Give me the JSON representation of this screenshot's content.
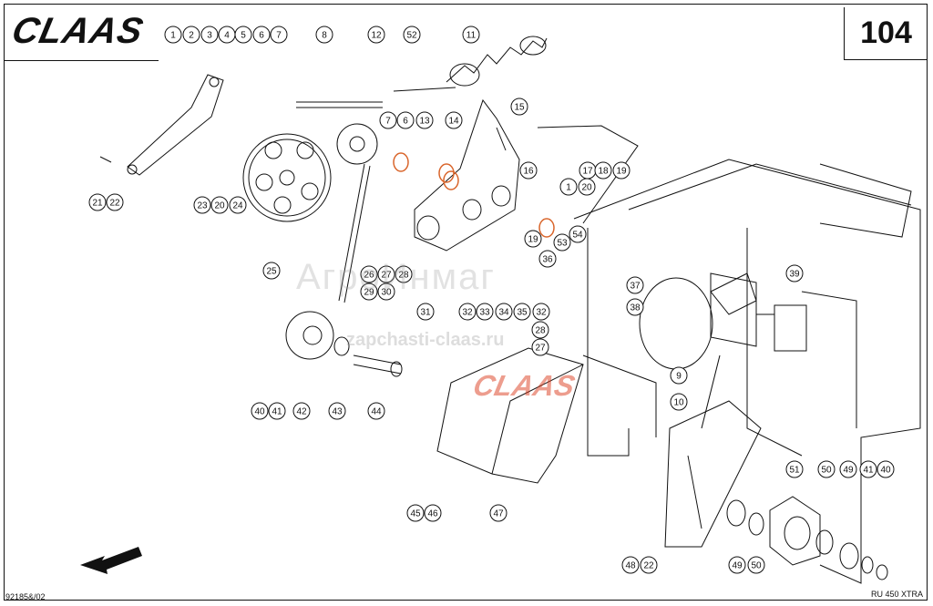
{
  "header": {
    "brand_logo": "CLAAS",
    "page_number": "104"
  },
  "footer": {
    "drawing_number": "92185&/02",
    "model": "RU 450 XTRA"
  },
  "watermarks": {
    "shop_name": "АгроИнмаг",
    "url": "zapchasti-claas.ru",
    "brand": "CLAAS"
  },
  "colors": {
    "line": "#111111",
    "highlight": "#d9652b",
    "watermark_red": "#dc3c1e"
  },
  "callouts": [
    {
      "id": "c1",
      "label": "1"
    },
    {
      "id": "c2",
      "label": "2"
    },
    {
      "id": "c3",
      "label": "3"
    },
    {
      "id": "c4",
      "label": "4"
    },
    {
      "id": "c5",
      "label": "5"
    },
    {
      "id": "c6",
      "label": "6"
    },
    {
      "id": "c7",
      "label": "7"
    },
    {
      "id": "c8",
      "label": "8"
    },
    {
      "id": "c12",
      "label": "12"
    },
    {
      "id": "c52",
      "label": "52"
    },
    {
      "id": "c11",
      "label": "11"
    },
    {
      "id": "c7b",
      "label": "7"
    },
    {
      "id": "c6b",
      "label": "6"
    },
    {
      "id": "c13",
      "label": "13"
    },
    {
      "id": "c14",
      "label": "14"
    },
    {
      "id": "c15",
      "label": "15"
    },
    {
      "id": "c16",
      "label": "16"
    },
    {
      "id": "c17",
      "label": "17"
    },
    {
      "id": "c18",
      "label": "18"
    },
    {
      "id": "c19",
      "label": "19"
    },
    {
      "id": "c1b",
      "label": "1"
    },
    {
      "id": "c20",
      "label": "20"
    },
    {
      "id": "c21",
      "label": "21"
    },
    {
      "id": "c22",
      "label": "22"
    },
    {
      "id": "c23",
      "label": "23"
    },
    {
      "id": "c20b",
      "label": "20"
    },
    {
      "id": "c24",
      "label": "24"
    },
    {
      "id": "c25",
      "label": "25"
    },
    {
      "id": "c19b",
      "label": "19"
    },
    {
      "id": "c36",
      "label": "36"
    },
    {
      "id": "c53",
      "label": "53"
    },
    {
      "id": "c54",
      "label": "54"
    },
    {
      "id": "c26",
      "label": "26"
    },
    {
      "id": "c27",
      "label": "27"
    },
    {
      "id": "c28",
      "label": "28"
    },
    {
      "id": "c29",
      "label": "29"
    },
    {
      "id": "c30",
      "label": "30"
    },
    {
      "id": "c31",
      "label": "31"
    },
    {
      "id": "c32",
      "label": "32"
    },
    {
      "id": "c33",
      "label": "33"
    },
    {
      "id": "c34",
      "label": "34"
    },
    {
      "id": "c35",
      "label": "35"
    },
    {
      "id": "c32b",
      "label": "32"
    },
    {
      "id": "c37",
      "label": "37"
    },
    {
      "id": "c38",
      "label": "38"
    },
    {
      "id": "c39",
      "label": "39"
    },
    {
      "id": "c28b",
      "label": "28"
    },
    {
      "id": "c27b",
      "label": "27"
    },
    {
      "id": "c9",
      "label": "9"
    },
    {
      "id": "c10",
      "label": "10"
    },
    {
      "id": "c40",
      "label": "40"
    },
    {
      "id": "c41",
      "label": "41"
    },
    {
      "id": "c42",
      "label": "42"
    },
    {
      "id": "c43",
      "label": "43"
    },
    {
      "id": "c44",
      "label": "44"
    },
    {
      "id": "c45",
      "label": "45"
    },
    {
      "id": "c46",
      "label": "46"
    },
    {
      "id": "c47",
      "label": "47"
    },
    {
      "id": "c48",
      "label": "48"
    },
    {
      "id": "c22b",
      "label": "22"
    },
    {
      "id": "c49",
      "label": "49"
    },
    {
      "id": "c50",
      "label": "50"
    },
    {
      "id": "c51",
      "label": "51"
    },
    {
      "id": "c50b",
      "label": "50"
    },
    {
      "id": "c49b",
      "label": "49"
    },
    {
      "id": "c41b",
      "label": "41"
    },
    {
      "id": "c40b",
      "label": "40"
    }
  ]
}
